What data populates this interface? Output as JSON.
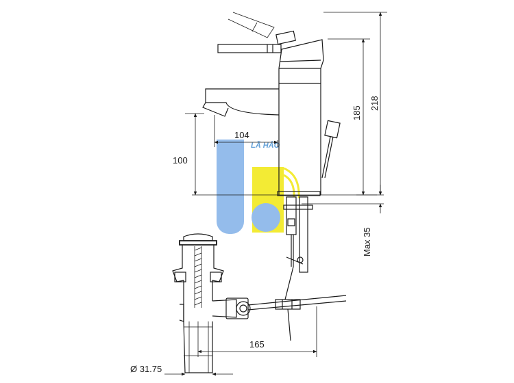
{
  "dimensions": {
    "spout_reach": "104",
    "spout_height": "100",
    "body_height": "185",
    "total_height": "218",
    "max_deck_thickness": "Max 35",
    "drain_offset": "165",
    "drain_diameter": "Ø 31.75"
  },
  "watermark": {
    "text": "LÃ HẢO",
    "color_blue": "#8fb9ea",
    "color_yellow": "#f3ea2a"
  }
}
